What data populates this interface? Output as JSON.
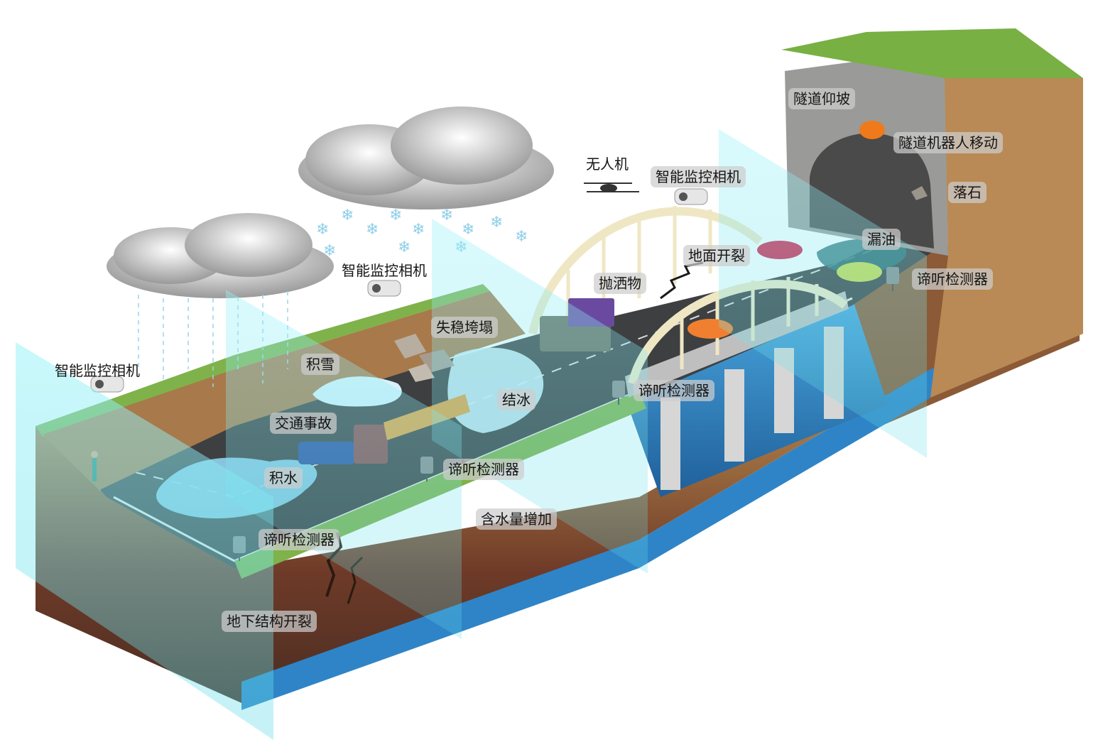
{
  "labels": {
    "tunnel_slope": "隧道仰坡",
    "tunnel_robot": "隧道机器人移动",
    "falling_rock": "落石",
    "drone": "无人机",
    "camera_bridge": "智能监控相机",
    "camera_mid": "智能监控相机",
    "camera_left": "智能监控相机",
    "ground_crack": "地面开裂",
    "spilled_cargo": "抛洒物",
    "oil_leak": "漏油",
    "listen_tunnel": "谛听检测器",
    "listen_bridge": "谛听检测器",
    "listen_road": "谛听检测器",
    "listen_left": "谛听检测器",
    "landslide": "失稳垮塌",
    "snow": "积雪",
    "icing": "结冰",
    "accident": "交通事故",
    "ponding": "积水",
    "moisture_increase": "含水量增加",
    "underground_crack": "地下结构开裂"
  },
  "colors": {
    "sensor_plane": "#7de9f2",
    "road": "#3d3f41",
    "grass": "#7fb24a",
    "soil": "#b98a55",
    "water": "#2f84c7",
    "bridge_arch": "#efe7c4"
  }
}
